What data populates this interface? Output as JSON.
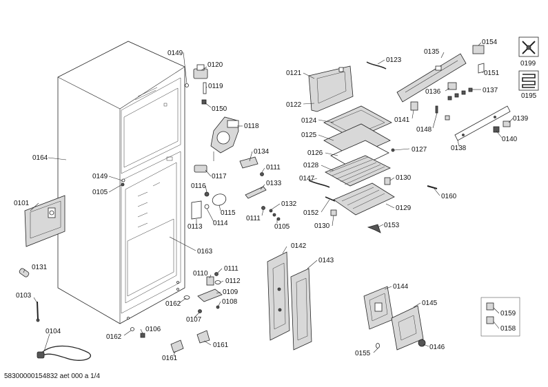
{
  "footer": "58300000154832 aet 000 a 1/4",
  "labels": {
    "l0149a": "0149",
    "l0120": "0120",
    "l0119": "0119",
    "l0150": "0150",
    "l0118": "0118",
    "l0134": "0134",
    "l0111a": "0111",
    "l0117": "0117",
    "l0133": "0133",
    "l0116": "0116",
    "l0115": "0115",
    "l0113": "0113",
    "l0114": "0114",
    "l0132": "0132",
    "l0111b": "0111",
    "l0105b": "0105",
    "l0164": "0164",
    "l0149b": "0149",
    "l0105a": "0105",
    "l0101": "0101",
    "l0163": "0163",
    "l0131": "0131",
    "l0103": "0103",
    "l0104": "0104",
    "l0162a": "0162",
    "l0162b": "0162",
    "l0106": "0106",
    "l0161a": "0161",
    "l0161b": "0161",
    "l0110": "0110",
    "l0111c": "0111",
    "l0112": "0112",
    "l0109": "0109",
    "l0108": "0108",
    "l0107": "0107",
    "l0121": "0121",
    "l0122": "0122",
    "l0123": "0123",
    "l0124": "0124",
    "l0125": "0125",
    "l0126": "0126",
    "l0127": "0127",
    "l0128": "0128",
    "l0147": "0147",
    "l0130a": "0130",
    "l0152": "0152",
    "l0129": "0129",
    "l0130b": "0130",
    "l0153": "0153",
    "l0160": "0160",
    "l0135": "0135",
    "l0154": "0154",
    "l0151": "0151",
    "l0136": "0136",
    "l0137": "0137",
    "l0141": "0141",
    "l0148": "0148",
    "l0139": "0139",
    "l0138": "0138",
    "l0140": "0140",
    "l0199": "0199",
    "l0195": "0195",
    "l0142": "0142",
    "l0143": "0143",
    "l0144": "0144",
    "l0145": "0145",
    "l0146": "0146",
    "l0155": "0155",
    "l0159": "0159",
    "l0158": "0158"
  }
}
